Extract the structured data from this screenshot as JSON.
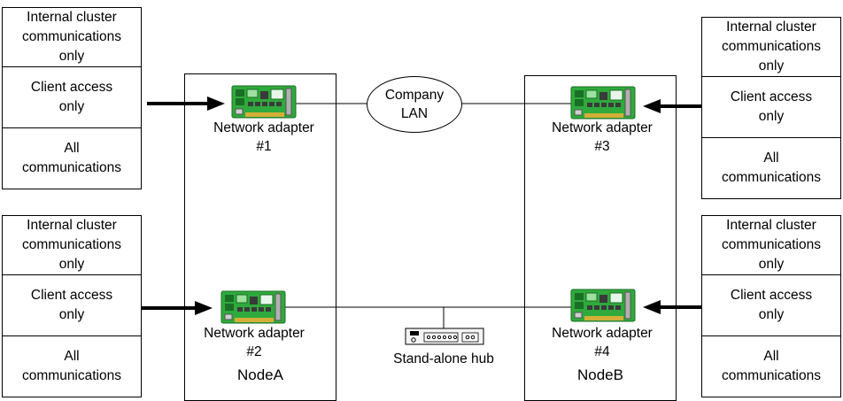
{
  "option_boxes": [
    {
      "cells": [
        "Internal cluster\ncommunications\nonly",
        "Client access\nonly",
        "All\ncommunications"
      ]
    },
    {
      "cells": [
        "Internal cluster\ncommunications\nonly",
        "Client access\nonly",
        "All\ncommunications"
      ]
    },
    {
      "cells": [
        "Internal cluster\ncommunications\nonly",
        "Client access\nonly",
        "All\ncommunications"
      ]
    },
    {
      "cells": [
        "Internal cluster\ncommunications\nonly",
        "Client access\nonly",
        "All\ncommunications"
      ]
    }
  ],
  "nodes": {
    "a": {
      "name": "NodeA"
    },
    "b": {
      "name": "NodeB"
    }
  },
  "adapters": [
    {
      "label": "Network adapter\n#1"
    },
    {
      "label": "Network adapter\n#2"
    },
    {
      "label": "Network adapter\n#3"
    },
    {
      "label": "Network adapter\n#4"
    }
  ],
  "lan": {
    "label": "Company\nLAN"
  },
  "hub": {
    "label": "Stand-alone hub"
  },
  "colors": {
    "card_green": "#2faa3c",
    "card_dark": "#1a6e25",
    "chip": "#3a3a3a",
    "line": "#000000"
  }
}
